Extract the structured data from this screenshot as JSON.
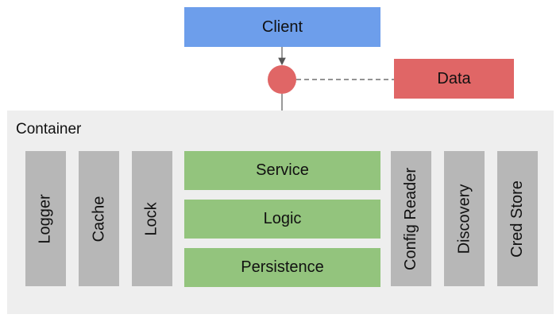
{
  "diagram": {
    "client": {
      "label": "Client",
      "color": "#6d9eeb"
    },
    "data": {
      "label": "Data",
      "color": "#e06666"
    },
    "container": {
      "label": "Container",
      "left_components": [
        {
          "label": "Logger"
        },
        {
          "label": "Cache"
        },
        {
          "label": "Lock"
        }
      ],
      "layers": [
        {
          "label": "Service"
        },
        {
          "label": "Logic"
        },
        {
          "label": "Persistence"
        }
      ],
      "right_components": [
        {
          "label": "Config Reader"
        },
        {
          "label": "Discovery"
        },
        {
          "label": "Cred Store"
        }
      ]
    },
    "colors": {
      "component": "#b7b7b7",
      "layer": "#93c47d",
      "container": "#eeeeee",
      "hub": "#e06666"
    }
  }
}
